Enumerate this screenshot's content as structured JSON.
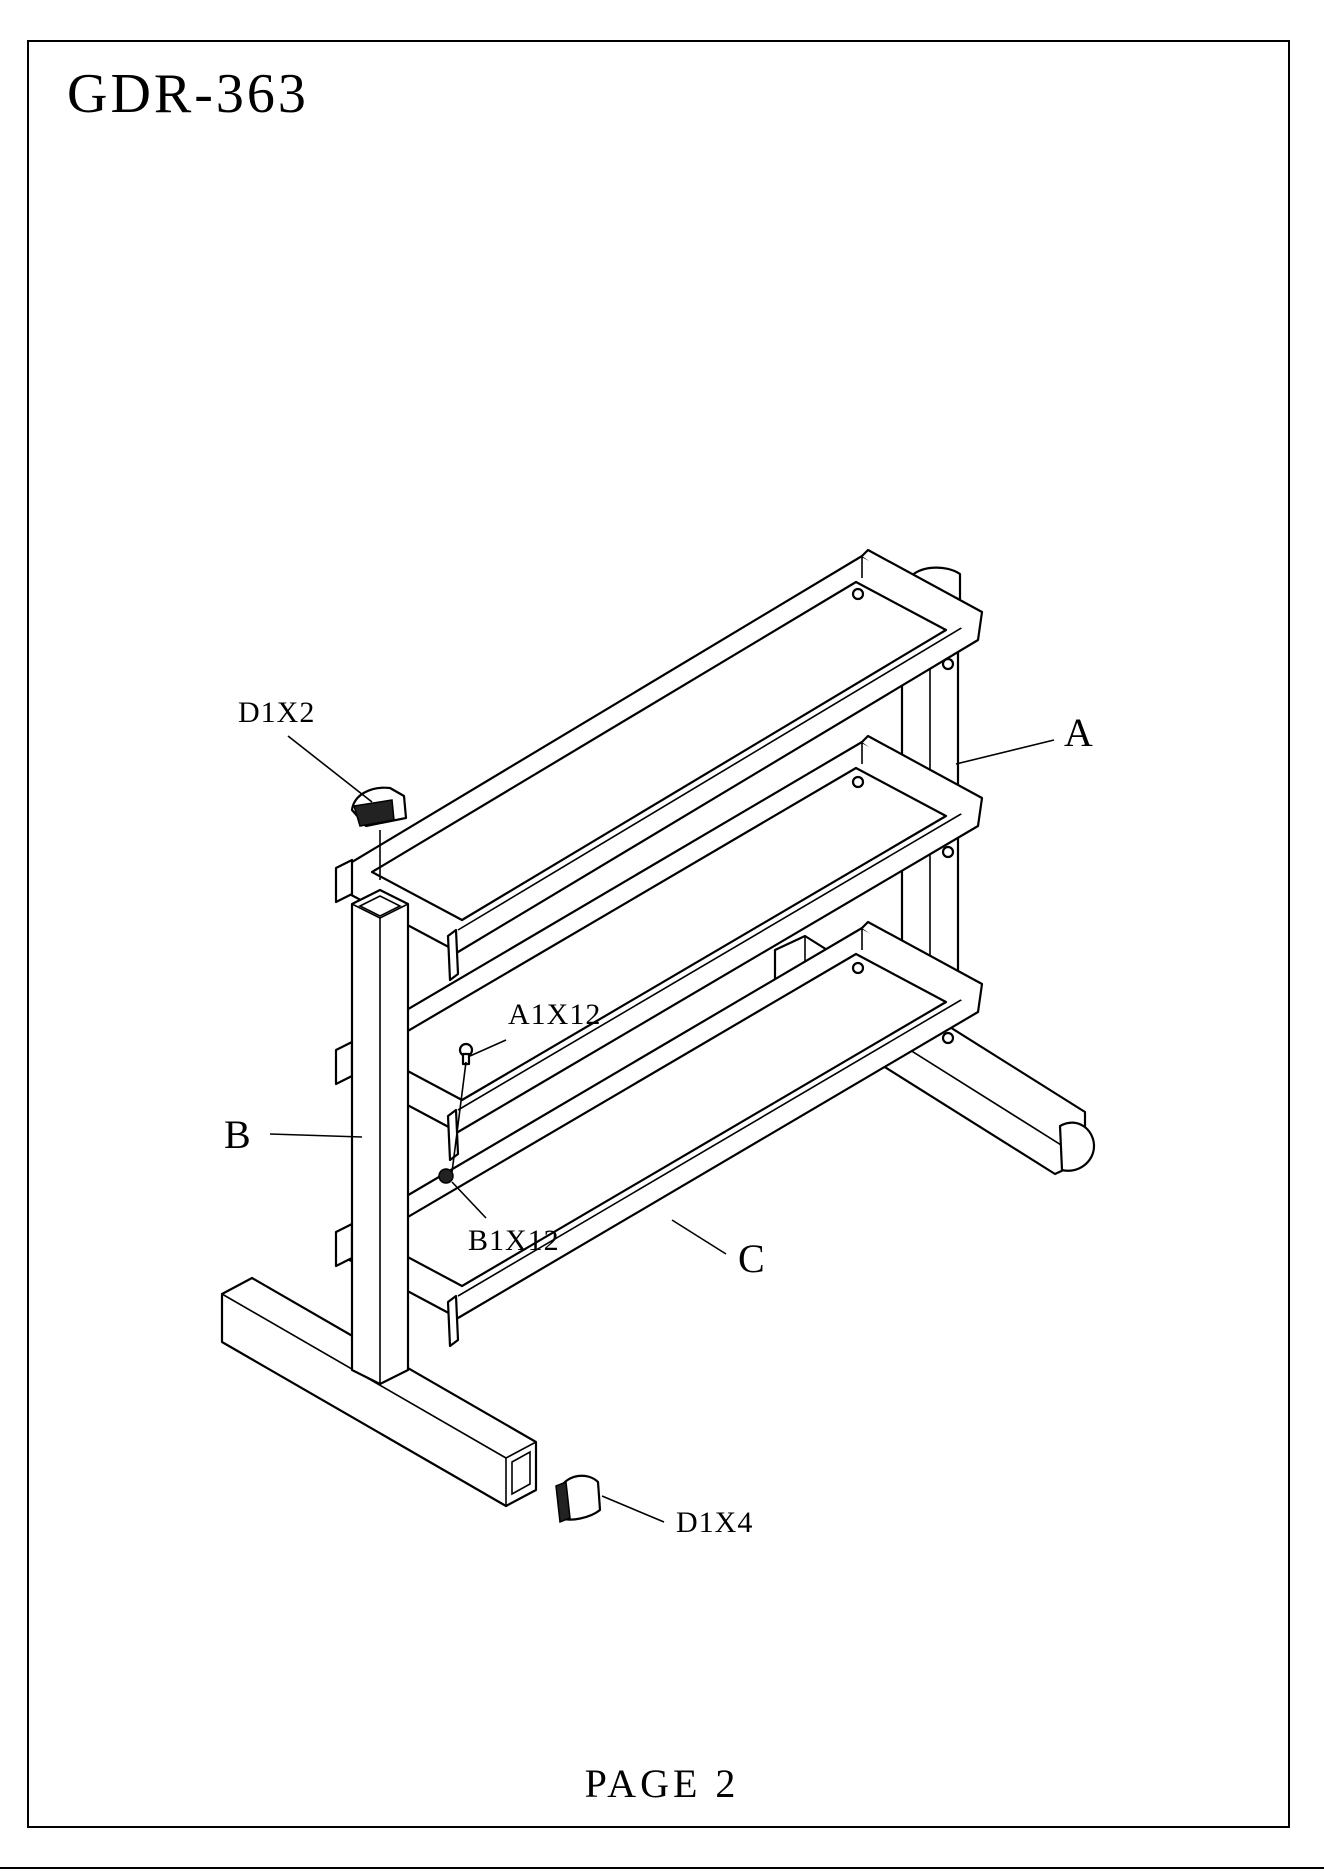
{
  "document": {
    "model": "GDR-363",
    "page": "PAGE  2"
  },
  "diagram": {
    "parts": [
      {
        "id": "A",
        "label": "A"
      },
      {
        "id": "B",
        "label": "B"
      },
      {
        "id": "C",
        "label": "C"
      }
    ],
    "hardware": [
      {
        "id": "A1",
        "label": "A1X12"
      },
      {
        "id": "B1",
        "label": "B1X12"
      },
      {
        "id": "D1-top",
        "label": "D1X2"
      },
      {
        "id": "D1-foot",
        "label": "D1X4"
      }
    ]
  }
}
